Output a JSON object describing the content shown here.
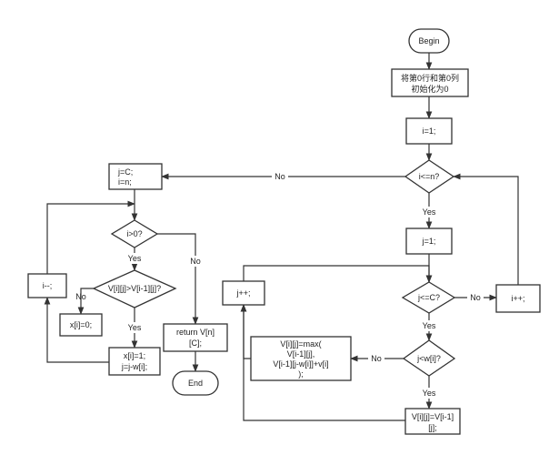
{
  "diagram": {
    "nodes": {
      "begin": "Begin",
      "init": [
        "将第0行和第0列",
        "初始化为0"
      ],
      "i_assign": "i=1;",
      "i_check": "i<=n?",
      "j_assign": "j=1;",
      "j_check": "j<=C?",
      "w_check": "j<w[i]?",
      "i_inc": "i++;",
      "j_inc": "j++;",
      "v_max": [
        "V[i][j]=max(",
        "V[i-1][j],",
        "V[i-1][j-w[i]]+v[i]",
        ");"
      ],
      "v_copy": [
        "V[i][j]=V[i-1]",
        "[j];"
      ],
      "jc_assign": [
        "j=C;",
        "i=n;"
      ],
      "i_pos": "i>0?",
      "v_cmp": "V[i][j]>V[i-1][j]?",
      "x_zero": "x[i]=0;",
      "x_one": [
        "x[i]=1;",
        "j=j-w[i];"
      ],
      "i_dec": "i--;",
      "ret": [
        "return V[n]",
        "[C];"
      ],
      "end": "End"
    },
    "edges": {
      "no": "No",
      "yes": "Yes"
    }
  }
}
